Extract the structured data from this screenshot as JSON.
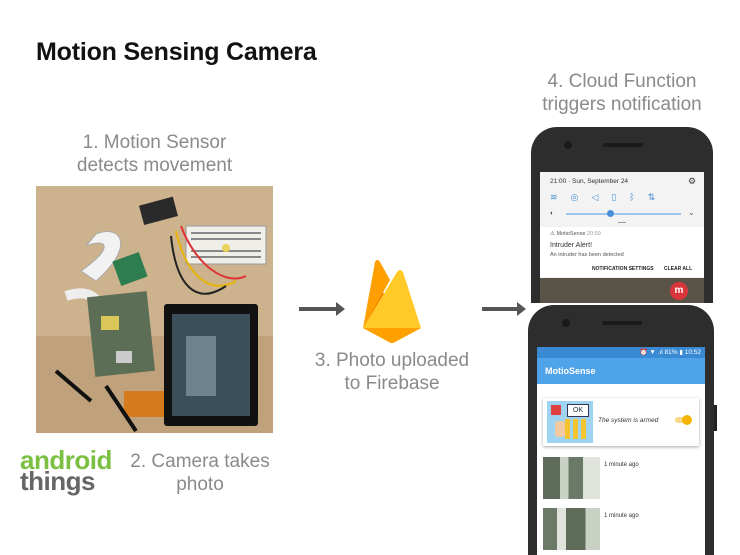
{
  "title": "Motion Sensing Camera",
  "steps": {
    "s1": [
      "1. Motion Sensor",
      "detects movement"
    ],
    "s2": [
      "2. Camera takes",
      "photo"
    ],
    "s3": [
      "3. Photo uploaded",
      "to Firebase"
    ],
    "s4": [
      "4. Cloud Function",
      "triggers notification"
    ]
  },
  "brand": {
    "line1": "android",
    "line2": "things"
  },
  "notification_phone": {
    "time_date": "21:00 · Sun, September 24",
    "app": "MotioSense",
    "app_time": "20:59",
    "heading": "Intruder Alert!",
    "body": "An intruder has been detected",
    "action1": "NOTIFICATION SETTINGS",
    "action2": "CLEAR ALL"
  },
  "app_phone": {
    "status": "⏰ ▼ .ıl 81% ▮ 10:52",
    "app_title": "MotioSense",
    "armed_text": "The system is armed",
    "ok_label": "OK",
    "entries": [
      "1 minute ago",
      "1 minute ago"
    ]
  },
  "colors": {
    "android_green": "#7bc043",
    "appbar_blue": "#4fa3e8",
    "firebase_yellow": "#ffca28",
    "firebase_orange": "#f57c00",
    "toggle_orange": "#f5b400"
  }
}
